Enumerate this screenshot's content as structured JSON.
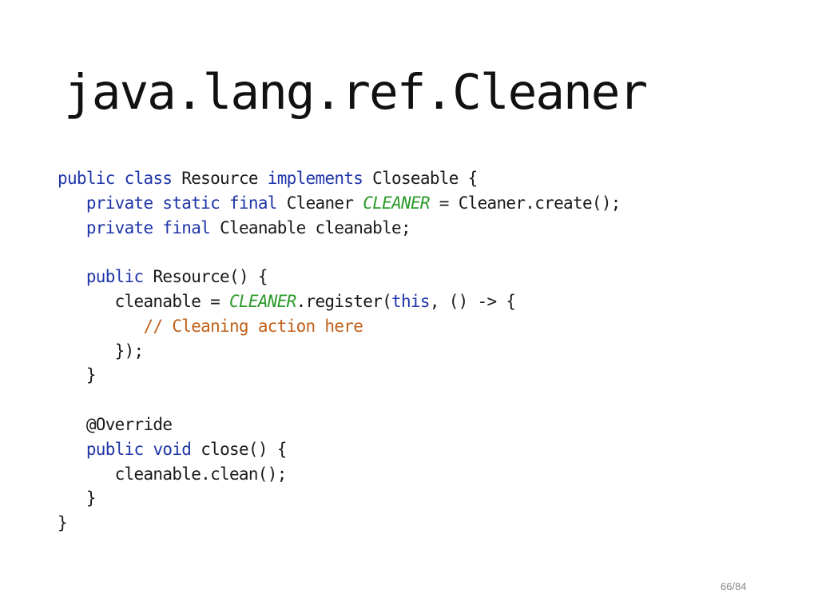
{
  "slide": {
    "title": "java.lang.ref.Cleaner",
    "page_number": "66/84",
    "colors": {
      "keyword": "#1f35a8",
      "constant": "#2b9a2b",
      "comment": "#c0601a",
      "text": "#1a1a1a"
    },
    "code_lines": [
      [
        {
          "t": "kw",
          "s": "public"
        },
        {
          "t": "plain",
          "s": " "
        },
        {
          "t": "kw",
          "s": "class"
        },
        {
          "t": "plain",
          "s": " Resource "
        },
        {
          "t": "kw",
          "s": "implements"
        },
        {
          "t": "plain",
          "s": " Closeable {"
        }
      ],
      [
        {
          "t": "plain",
          "s": "   "
        },
        {
          "t": "kw",
          "s": "private"
        },
        {
          "t": "plain",
          "s": " "
        },
        {
          "t": "kw",
          "s": "static"
        },
        {
          "t": "plain",
          "s": " "
        },
        {
          "t": "kw",
          "s": "final"
        },
        {
          "t": "plain",
          "s": " Cleaner "
        },
        {
          "t": "const",
          "s": "CLEANER"
        },
        {
          "t": "plain",
          "s": " = Cleaner.create();"
        }
      ],
      [
        {
          "t": "plain",
          "s": "   "
        },
        {
          "t": "kw",
          "s": "private"
        },
        {
          "t": "plain",
          "s": " "
        },
        {
          "t": "kw",
          "s": "final"
        },
        {
          "t": "plain",
          "s": " Cleanable cleanable;"
        }
      ],
      [],
      [
        {
          "t": "plain",
          "s": "   "
        },
        {
          "t": "kw",
          "s": "public"
        },
        {
          "t": "plain",
          "s": " Resource() {"
        }
      ],
      [
        {
          "t": "plain",
          "s": "      cleanable = "
        },
        {
          "t": "const",
          "s": "CLEANER"
        },
        {
          "t": "plain",
          "s": ".register("
        },
        {
          "t": "kw",
          "s": "this"
        },
        {
          "t": "plain",
          "s": ", () -> {"
        }
      ],
      [
        {
          "t": "plain",
          "s": "         "
        },
        {
          "t": "comment",
          "s": "// Cleaning action here"
        }
      ],
      [
        {
          "t": "plain",
          "s": "      });"
        }
      ],
      [
        {
          "t": "plain",
          "s": "   }"
        }
      ],
      [],
      [
        {
          "t": "plain",
          "s": "   @Override"
        }
      ],
      [
        {
          "t": "plain",
          "s": "   "
        },
        {
          "t": "kw",
          "s": "public"
        },
        {
          "t": "plain",
          "s": " "
        },
        {
          "t": "kw",
          "s": "void"
        },
        {
          "t": "plain",
          "s": " close() {"
        }
      ],
      [
        {
          "t": "plain",
          "s": "      cleanable.clean();"
        }
      ],
      [
        {
          "t": "plain",
          "s": "   }"
        }
      ],
      [
        {
          "t": "plain",
          "s": "}"
        }
      ]
    ]
  }
}
